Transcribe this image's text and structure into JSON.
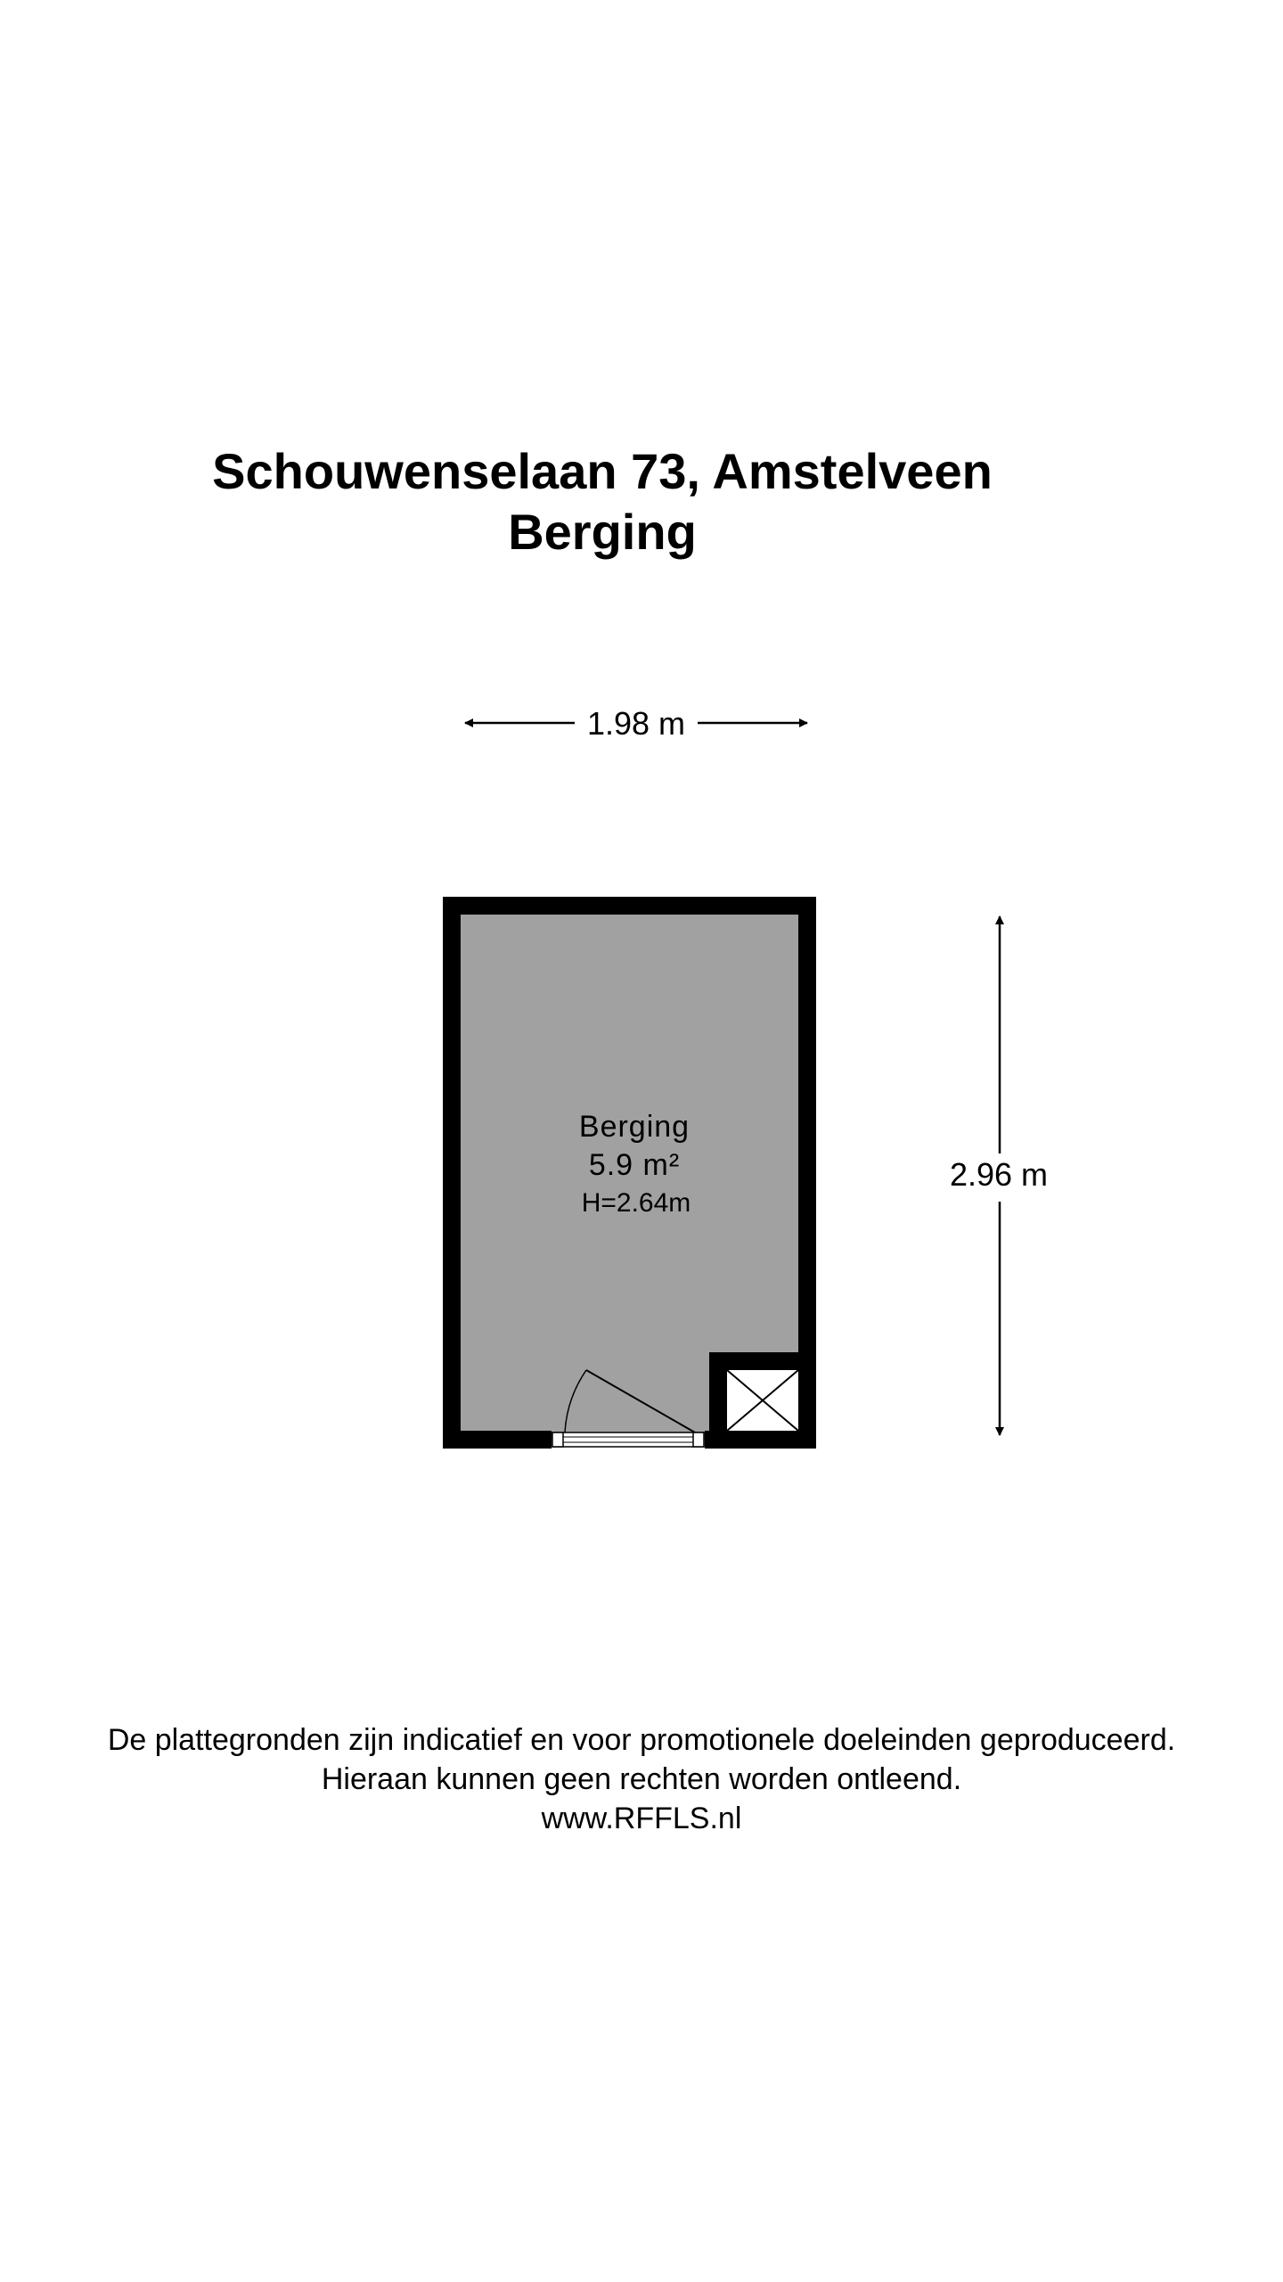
{
  "header": {
    "address": "Schouwenselaan 73, Amstelveen",
    "floor": "Berging"
  },
  "plan": {
    "width_label": "1.98 m",
    "height_label": "2.96 m",
    "room": {
      "name": "Berging",
      "area": "5.9 m²",
      "ceiling_height": "H=2.64m"
    }
  },
  "footer": {
    "line1": "De plattegronden zijn indicatief en voor promotionele doeleinden geproduceerd.",
    "line2": "Hieraan kunnen geen rechten worden ontleend.",
    "website": "www.RFFLS.nl"
  },
  "colors": {
    "room_fill": "#a1a1a1",
    "wall": "#000000",
    "background": "#ffffff"
  }
}
